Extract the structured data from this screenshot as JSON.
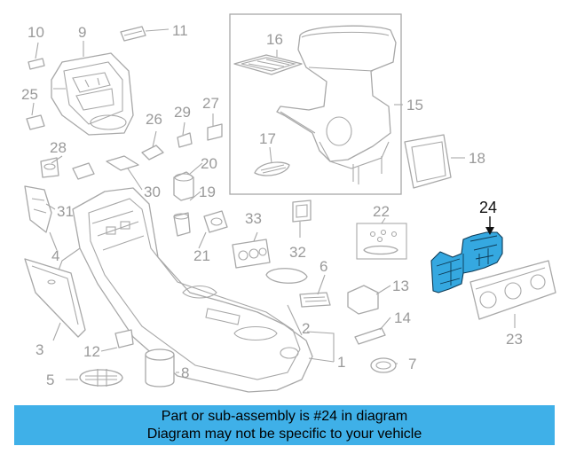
{
  "highlight_color": "#35a8e0",
  "banner_color": "#3fb0e8",
  "highlighted_part": "24",
  "callouts": [
    "1",
    "2",
    "3",
    "4",
    "5",
    "6",
    "7",
    "8",
    "9",
    "10",
    "11",
    "12",
    "13",
    "14",
    "15",
    "16",
    "17",
    "18",
    "19",
    "20",
    "21",
    "22",
    "23",
    "24",
    "25",
    "26",
    "27",
    "28",
    "29",
    "30",
    "31",
    "32",
    "33"
  ],
  "banner": {
    "line1": "Part or sub-assembly is #24 in diagram",
    "line2": "Diagram may not be specific to your vehicle"
  }
}
